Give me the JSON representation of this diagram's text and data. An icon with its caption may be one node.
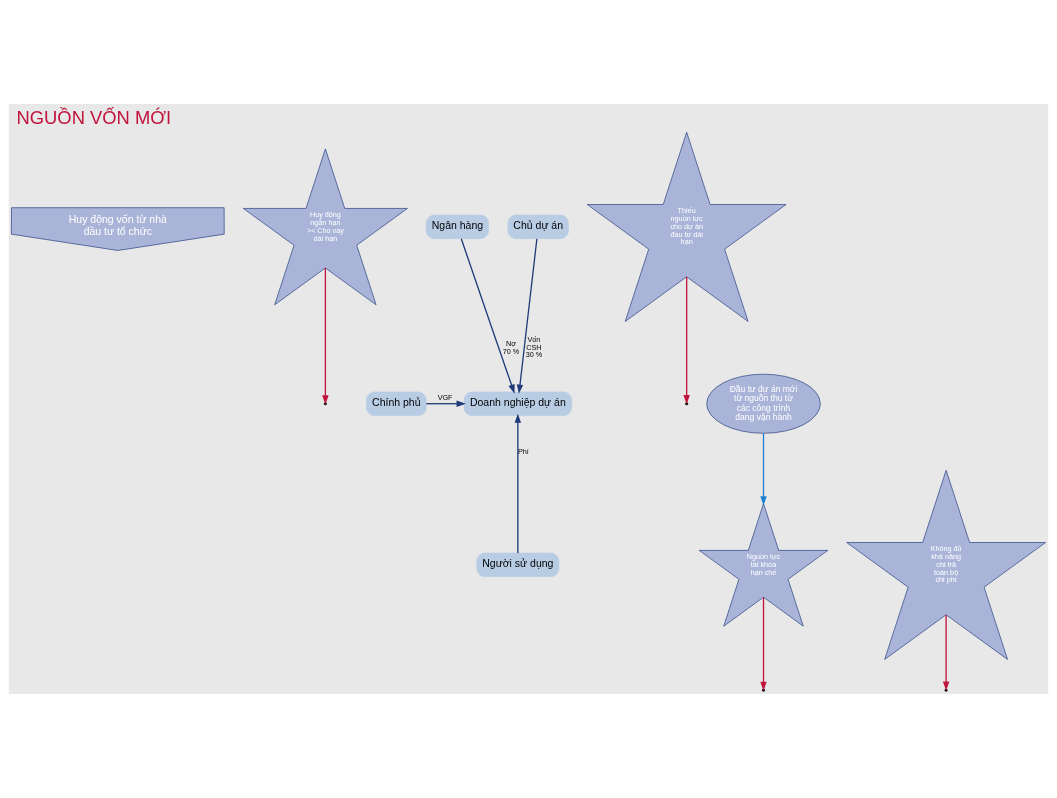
{
  "diagram": {
    "title": "NGUỒN VỐN MỚI",
    "nodes": [
      {
        "text": [
          "Huy động vốn từ nhà đầu tư tổ chức"
        ]
      },
      {
        "text": [
          "Huy động ngắn hạn >< Cho vay dài hạn"
        ]
      },
      {
        "text": [
          "Ngân hàng"
        ]
      },
      {
        "text": [
          "Chủ dự án"
        ]
      },
      {
        "text": [
          "Thiếu nguồn lực cho dự án đầu tư dài hạn"
        ]
      },
      {
        "text": [
          "Đầu tư dự án mới từ nguồn thu từ các công trình đang vận hành"
        ]
      },
      {
        "text": [
          "Chính phủ"
        ]
      },
      {
        "text": [
          "Doanh nghiệp dự án"
        ]
      },
      {
        "text": [
          "Nguồn lực tài khóa hạn chế"
        ]
      },
      {
        "text": [
          "Người sử dụng"
        ]
      },
      {
        "text": [
          "Không đủ khả năng chi trả toàn bộ chi phí"
        ]
      }
    ],
    "edges": [
      {
        "from": 2,
        "to": 7,
        "arrow": "to",
        "label": "Nợ 70 %",
        "color": "#1f3a7a"
      },
      {
        "from": 3,
        "to": 7,
        "arrow": "to",
        "label": "Vốn CSH 30 %",
        "color": "#1f3a7a"
      },
      {
        "from": 6,
        "to": 7,
        "arrow": "to",
        "label": "VGF",
        "color": "#1f3a7a"
      },
      {
        "from": 9,
        "to": 7,
        "arrow": "to",
        "label": "Phí",
        "color": "#1f3a7a"
      },
      {
        "from": 1,
        "to": null,
        "arrow": "to",
        "color": "#c0143c"
      },
      {
        "from": 4,
        "to": null,
        "arrow": "to",
        "color": "#c0143c"
      },
      {
        "from": 8,
        "to": null,
        "arrow": "to",
        "color": "#c0143c"
      },
      {
        "from": 10,
        "to": null,
        "arrow": "to",
        "color": "#c0143c"
      },
      {
        "from": 5,
        "to": 8,
        "arrow": "to",
        "color": "#1f7fd0"
      }
    ]
  }
}
